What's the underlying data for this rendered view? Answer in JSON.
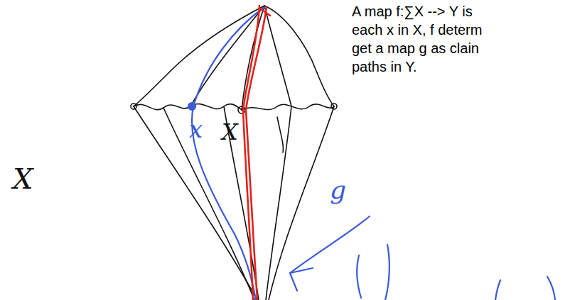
{
  "diagram": {
    "labels": [
      "A map f:∑X --> Y is",
      "each x in X, f determ",
      "get a map g as clain",
      "paths in Y.",
      "X",
      "x",
      "X",
      "g"
    ]
  }
}
